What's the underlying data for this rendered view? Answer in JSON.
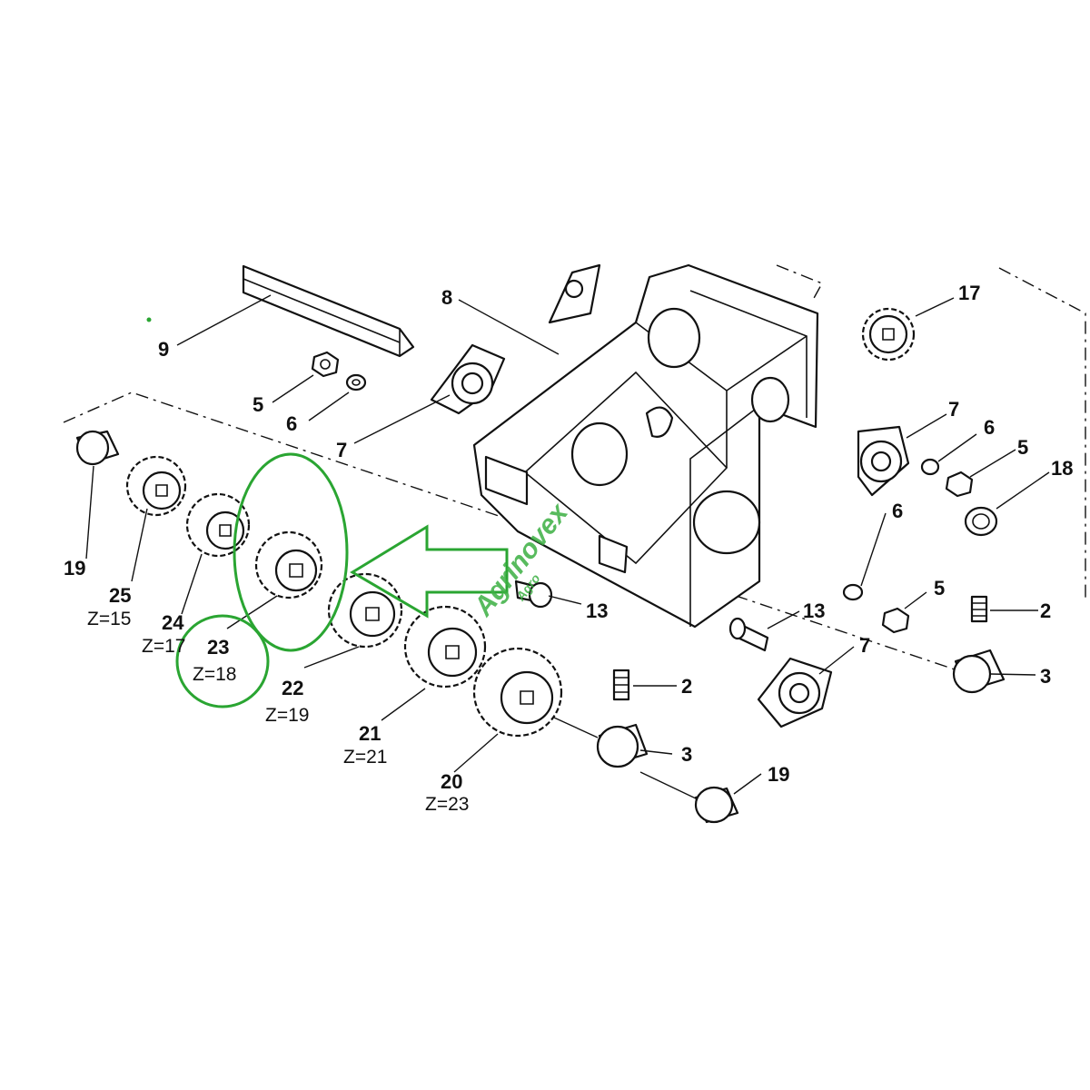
{
  "colors": {
    "highlight": "#2aa532",
    "watermark": "#3cb043",
    "ink": "#111111"
  },
  "labels": {
    "p9": "9",
    "p8": "8",
    "p5a": "5",
    "p6a": "6",
    "p7a": "7",
    "p17": "17",
    "p7b": "7",
    "p6b": "6",
    "p5b": "5",
    "p18": "18",
    "p6c": "6",
    "p5c": "5",
    "p19a": "19",
    "p25": "25",
    "p24": "24",
    "p23": "23",
    "p22": "22",
    "p21": "21",
    "p20": "20",
    "p13a": "13",
    "p13b": "13",
    "p2a": "2",
    "p3a": "3",
    "p7c": "7",
    "p2b": "2",
    "p3b": "3",
    "p19b": "19"
  },
  "teeth": {
    "z25": "Z=15",
    "z24": "Z=17",
    "z23": "Z=18",
    "z22": "Z=19",
    "z21": "Z=21",
    "z20": "Z=23"
  },
  "watermark": {
    "brand": "Agrinovex",
    "sub": "Agro"
  },
  "icons": {
    "highlight_arrow": "arrow-left-icon"
  }
}
